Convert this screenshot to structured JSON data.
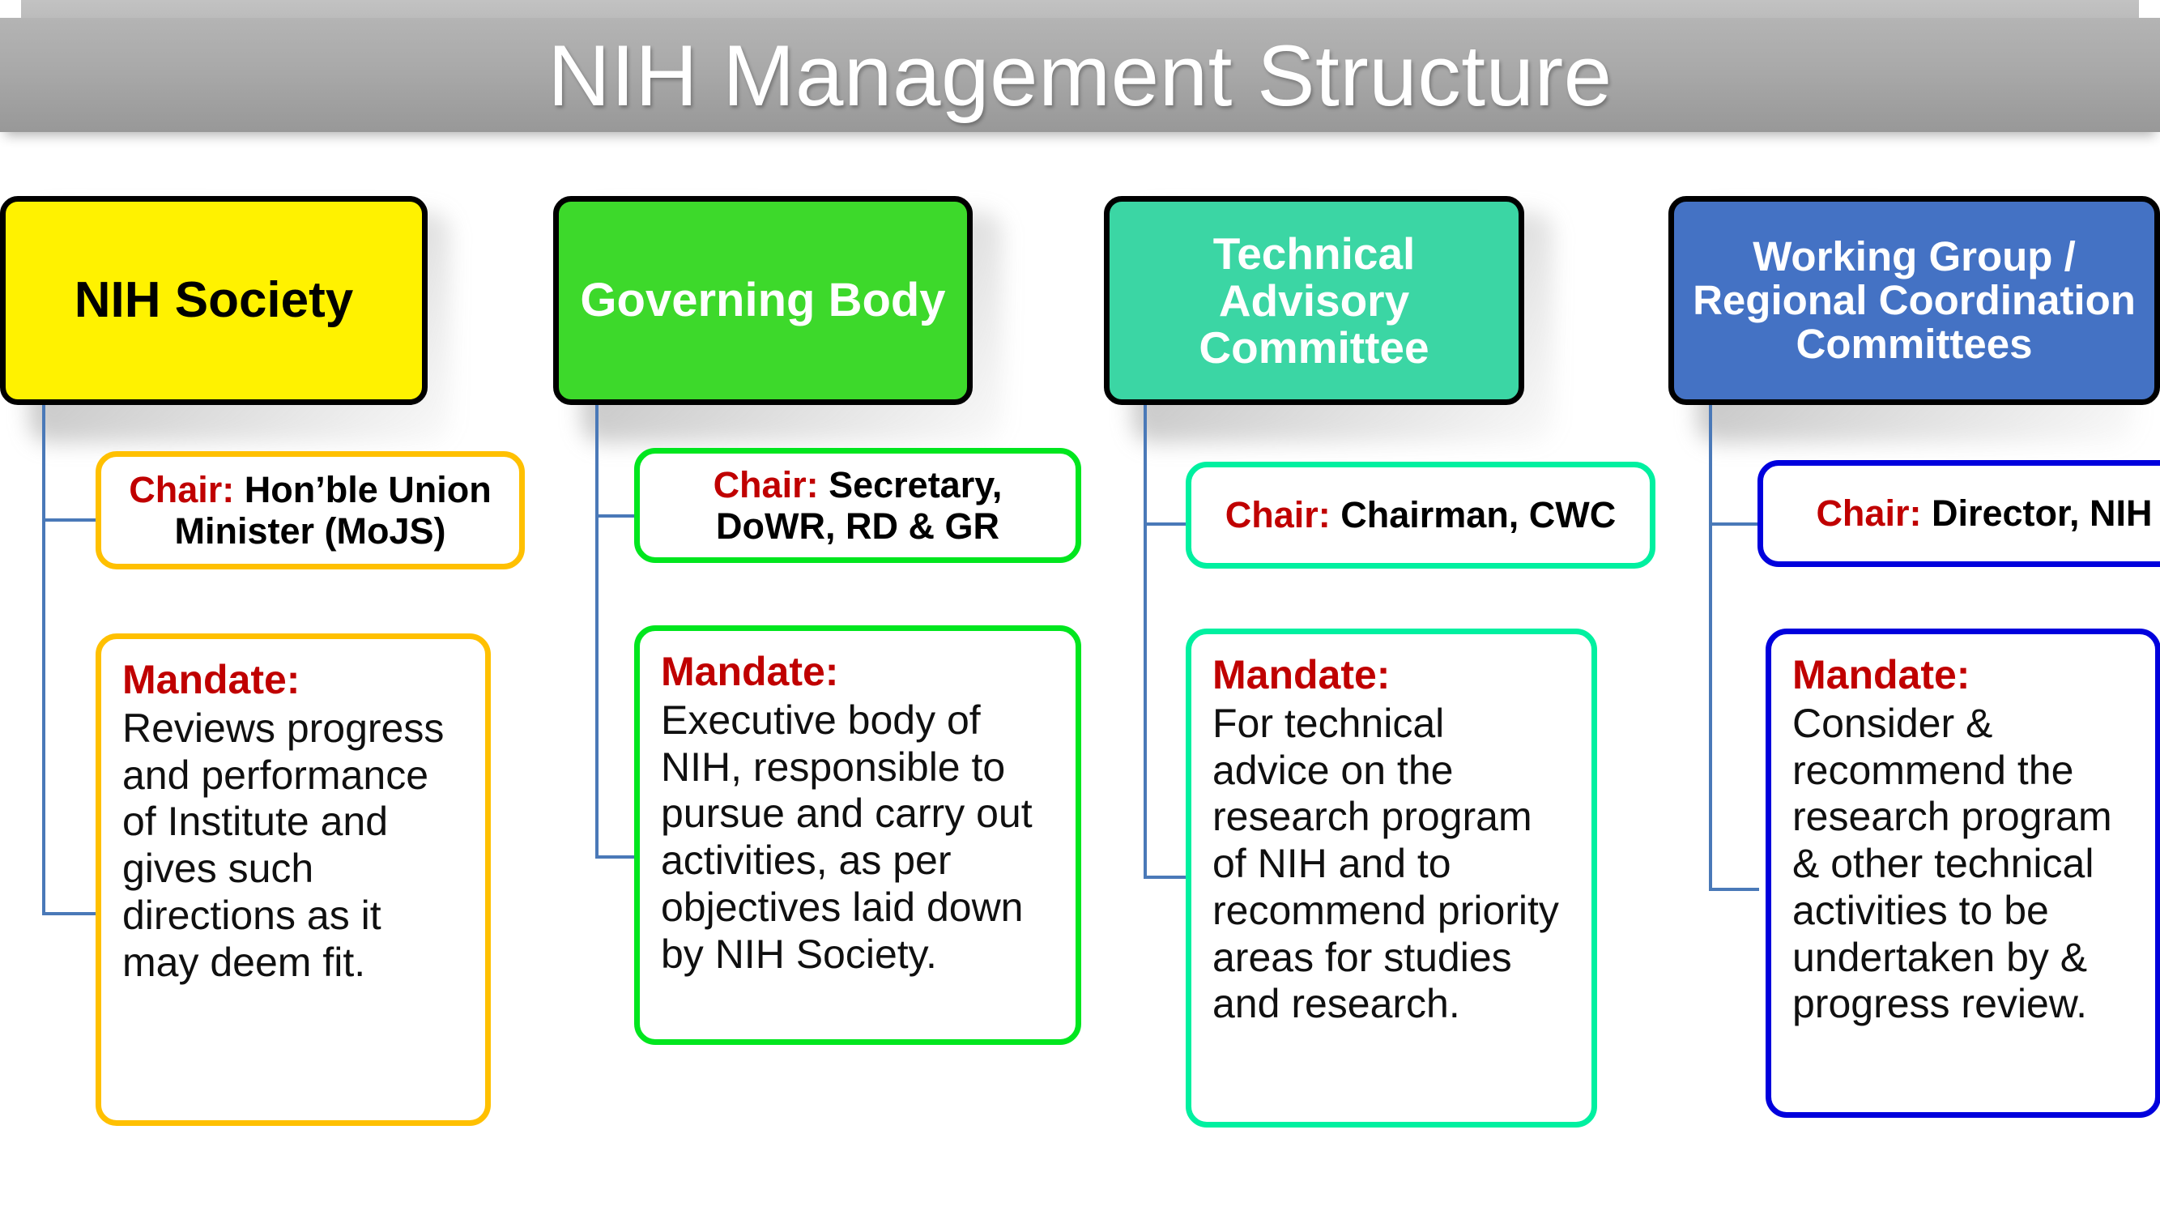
{
  "title": "NIH Management Structure",
  "columns": [
    {
      "id": "nih-society",
      "header": "NIH Society",
      "chair_label": "Chair:",
      "chair_value": "Hon’ble Union Minister (MoJS)",
      "mandate_label": "Mandate:",
      "mandate_text": "Reviews progress and performance of Institute and gives such directions as it may deem fit.",
      "header_color": "#FFF200",
      "accent_color": "#FFC000"
    },
    {
      "id": "governing-body",
      "header": "Governing Body",
      "chair_label": "Chair:",
      "chair_value": "Secretary, DoWR,  RD & GR",
      "mandate_label": "Mandate:",
      "mandate_text": "Executive body of NIH, responsible to pursue and carry out activities, as per objectives laid down by NIH Society.",
      "header_color": "#3DD92B",
      "accent_color": "#00E61E"
    },
    {
      "id": "technical-advisory-committee",
      "header": "Technical Advisory Committee",
      "chair_label": "Chair:",
      "chair_value": "Chairman, CWC",
      "mandate_label": "Mandate:",
      "mandate_text": "For technical advice on the research program of NIH and to recommend priority areas for studies and research.",
      "header_color": "#3BD6A4",
      "accent_color": "#00F0A0"
    },
    {
      "id": "working-group-regional-coordination-committees",
      "header": "Working Group / Regional Coordination Committees",
      "chair_label": "Chair:",
      "chair_value": "Director, NIH",
      "mandate_label": "Mandate:",
      "mandate_text": "Consider & recommend the research program & other technical activities to be undertaken by & progress review.",
      "header_color": "#4472C4",
      "accent_color": "#0000DD"
    }
  ],
  "colors": {
    "title_text": "#FFFFFF",
    "label_red": "#C00000",
    "connector": "#4A79B8",
    "banner_top": "#C2C2C2",
    "banner_bottom": "#989898"
  }
}
